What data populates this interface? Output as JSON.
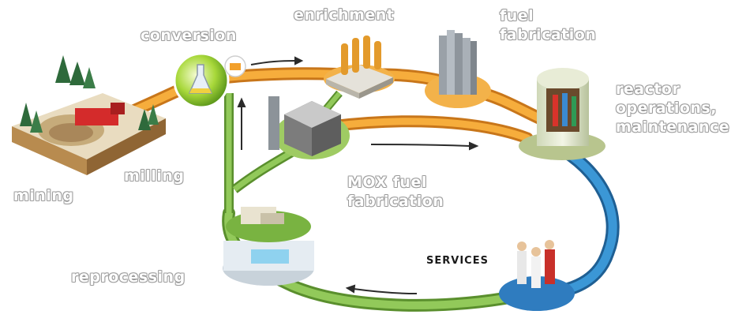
{
  "labels": {
    "conversion": "conversion",
    "enrichment": "enrichment",
    "fuel_fabrication": [
      "fuel",
      "fabrication"
    ],
    "reactor": [
      "reactor",
      "operations,",
      "maintenance"
    ],
    "milling": "milling",
    "mining": "mining",
    "mox": [
      "MOX fuel",
      "fabrication"
    ],
    "reprocessing": "reprocessing",
    "services": "SERVICES"
  },
  "colors": {
    "front_end_loop": "#f29a1f",
    "recycle_loop": "#7fba45",
    "back_end_loop": "#2a7fc0",
    "label_text": "#ffffff"
  }
}
